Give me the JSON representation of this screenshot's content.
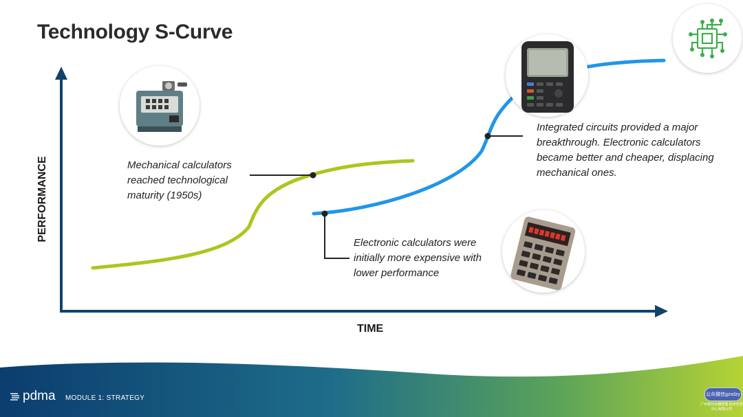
{
  "title": "Technology S-Curve",
  "axes": {
    "y_label": "PERFORMANCE",
    "x_label": "TIME"
  },
  "annotations": {
    "mechanical_maturity": "Mechanical calculators reached technological maturity (1950s)",
    "electronic_initial": "Electronic calculators were initially more expensive with lower performance",
    "integrated_circuits": "Integrated circuits provided a major breakthrough. Electronic calculators became better and cheaper, displacing mechanical ones."
  },
  "curves": {
    "mechanical": {
      "color": "#a8c81e"
    },
    "electronic": {
      "color": "#2196e8"
    }
  },
  "colors": {
    "axis": "#10436b",
    "leader_line": "#222222",
    "footer_start": "#0b3d6e",
    "footer_end": "#b5d335"
  },
  "icons": [
    "mechanical-calculator-icon",
    "graphing-calculator-icon",
    "electronic-calculator-icon",
    "circuit-chip-icon"
  ],
  "footer": {
    "logo": "pdma",
    "module": "MODULE 1: STRATEGY",
    "badge": "公众微信gzxdzy",
    "badge_sub": "广州现代兵器管理 技术交流中心有限公司"
  }
}
